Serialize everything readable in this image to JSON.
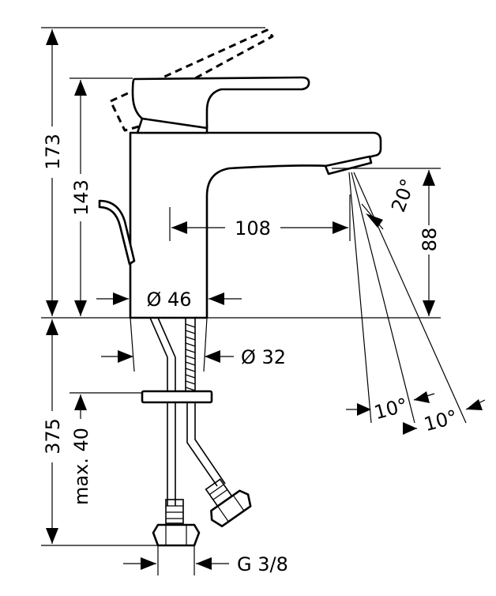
{
  "dimensions": {
    "total_height": "173",
    "lever_height": "143",
    "spout_height": "88",
    "spout_reach": "108",
    "body_diameter": "Ø 46",
    "shank_diameter": "Ø 32",
    "under_counter_length": "375",
    "max_counter_thickness": "max. 40",
    "connection_thread": "G 3/8",
    "spray_angle": "20°",
    "angle_a": "10°",
    "angle_b": "10°"
  },
  "colors": {
    "line": "#000000",
    "background": "#ffffff"
  }
}
